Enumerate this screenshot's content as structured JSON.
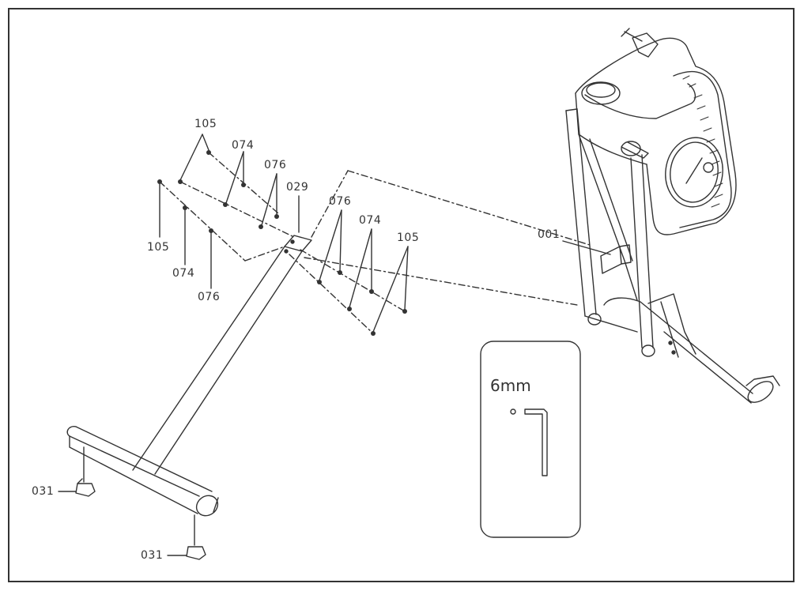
{
  "callouts": {
    "c105_top": "105",
    "c074_top": "074",
    "c076_top": "076",
    "c029": "029",
    "c105_left": "105",
    "c074_left": "074",
    "c076_left": "076",
    "c076_right": "076",
    "c074_right": "074",
    "c105_right": "105",
    "c001": "001",
    "c031_left": "031",
    "c031_bottom": "031"
  },
  "tool": {
    "size_label": "6mm",
    "icon": "allen-key-icon"
  },
  "colors": {
    "line": "#333333",
    "frame": "#333333",
    "background": "#ffffff"
  }
}
